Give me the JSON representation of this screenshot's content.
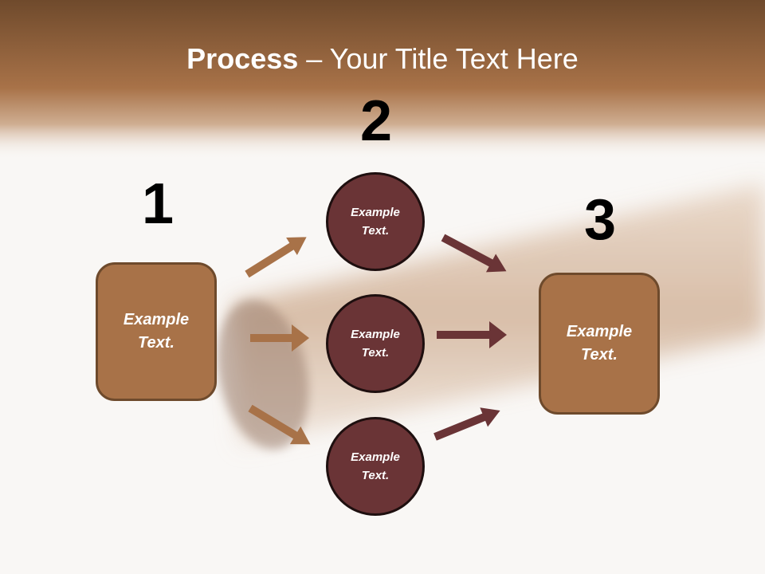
{
  "slide": {
    "title_bold": "Process",
    "title_rest": " – Your Title Text Here",
    "colors": {
      "header_brown": "#a87248",
      "box_fill": "#a87248",
      "circle_fill": "#6a3436",
      "arrow_light": "#a87248",
      "arrow_dark": "#6a3436"
    }
  },
  "steps": {
    "one": {
      "number": "1",
      "text": "Example\nText."
    },
    "two": {
      "number": "2"
    },
    "three": {
      "number": "3",
      "text": "Example\nText."
    }
  },
  "circles": [
    {
      "text": "Example\nText."
    },
    {
      "text": "Example\nText."
    },
    {
      "text": "Example\nText."
    }
  ]
}
